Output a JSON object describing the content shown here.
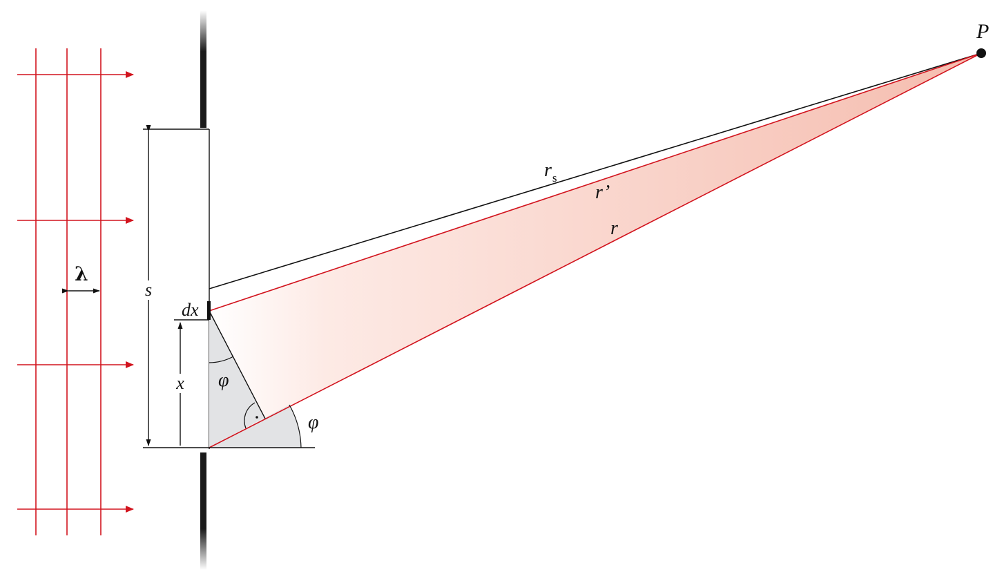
{
  "diagram": {
    "labels": {
      "point": "P",
      "r_s_main": "r",
      "r_s_sub": "s",
      "r_prime": "r’",
      "r": "r",
      "slit_width": "s",
      "dx": "dx",
      "x": "x",
      "phi_inner": "φ",
      "phi_outer": "φ",
      "wavelength": "λ"
    },
    "colors": {
      "wave": "#d2141e",
      "ray_red": "#d2141e",
      "ray_black": "#111111",
      "wedge_fill_start": "#fde2dc",
      "wedge_fill_end": "#f6c1b5",
      "triangle_fill": "#e2e3e5",
      "screen": "#1a1a1a"
    }
  }
}
